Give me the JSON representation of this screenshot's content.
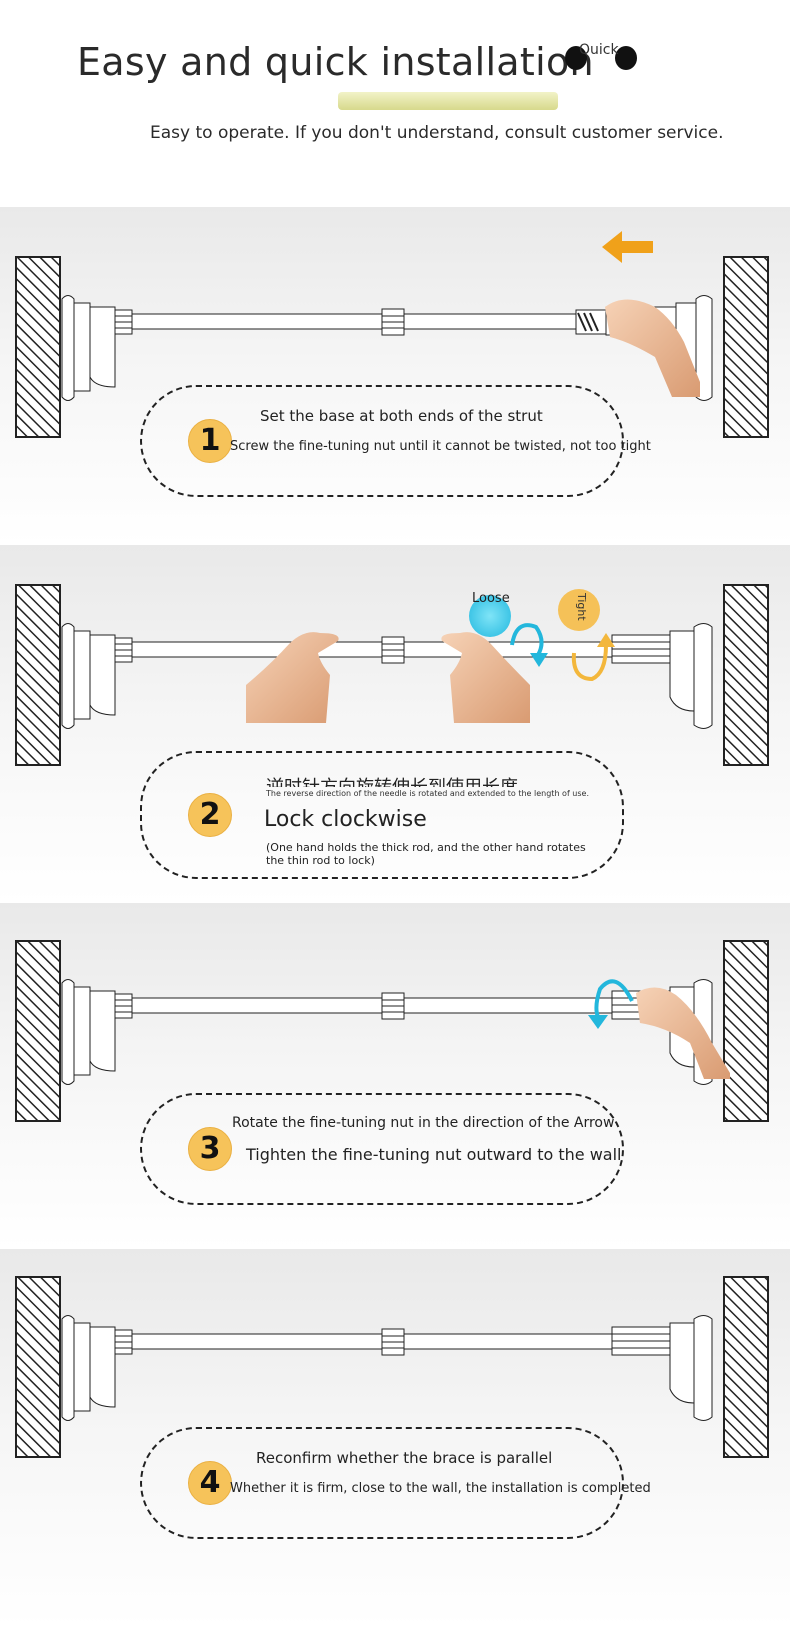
{
  "header": {
    "title": "Easy and quick installation",
    "badge": "Quick",
    "subtitle": "Easy to operate. If you don't understand, consult customer service."
  },
  "steps": [
    {
      "number": "1",
      "line1": "Set the base at both ends of the strut",
      "line2": "Screw the fine-tuning nut until it cannot be twisted, not too tight"
    },
    {
      "number": "2",
      "chinese": "逆时针方向旋转伸长到使用长度",
      "english_small": "The reverse direction of the needle is rotated and extended to the length of use.",
      "big": "Lock clockwise",
      "note": "(One hand holds the thick rod, and the other hand rotates the thin rod to lock)",
      "loose": "Loose",
      "tight": "Tight"
    },
    {
      "number": "3",
      "line1": "Rotate the fine-tuning nut in the direction of the Arrow",
      "line2": "Tighten the fine-tuning nut outward to the wall"
    },
    {
      "number": "4",
      "line1": "Reconfirm whether the brace is parallel",
      "line2": "Whether it is firm, close to the wall, the installation is completed"
    }
  ],
  "colors": {
    "number_badge": "#f6c35a",
    "arrow_orange": "#f0a11a",
    "arrow_blue": "#23b7dc",
    "arrow_yellow": "#f3b73c"
  }
}
